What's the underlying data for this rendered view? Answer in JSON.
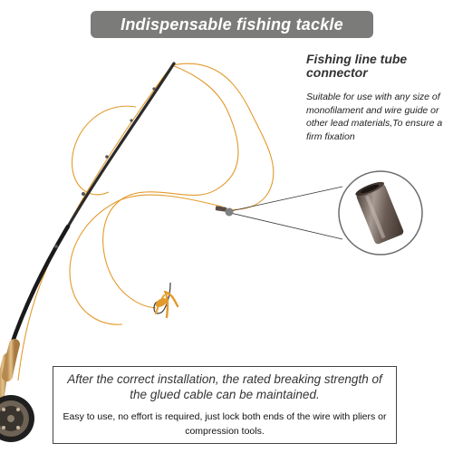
{
  "banner": {
    "title": "Indispensable fishing tackle"
  },
  "product": {
    "title": "Fishing line tube connector",
    "description": "Suitable for use with any size of monofilament and wire guide or other lead materials,To ensure a firm fixation"
  },
  "info": {
    "main_text": "After the correct installation, the rated breaking strength of the glued cable can be maintained.",
    "sub_text": "Easy to use, no effort is required, just lock both ends of the wire with pliers or compression tools."
  },
  "colors": {
    "banner_background": "#7b7b79",
    "fishing_line": "#e39a2c",
    "rod": "#2b2b2b",
    "connector_tube": "#6b5d55"
  },
  "icons": [
    "fishing-rod-icon",
    "fishing-reel-icon",
    "fishing-hook-icon",
    "tube-connector-icon"
  ]
}
